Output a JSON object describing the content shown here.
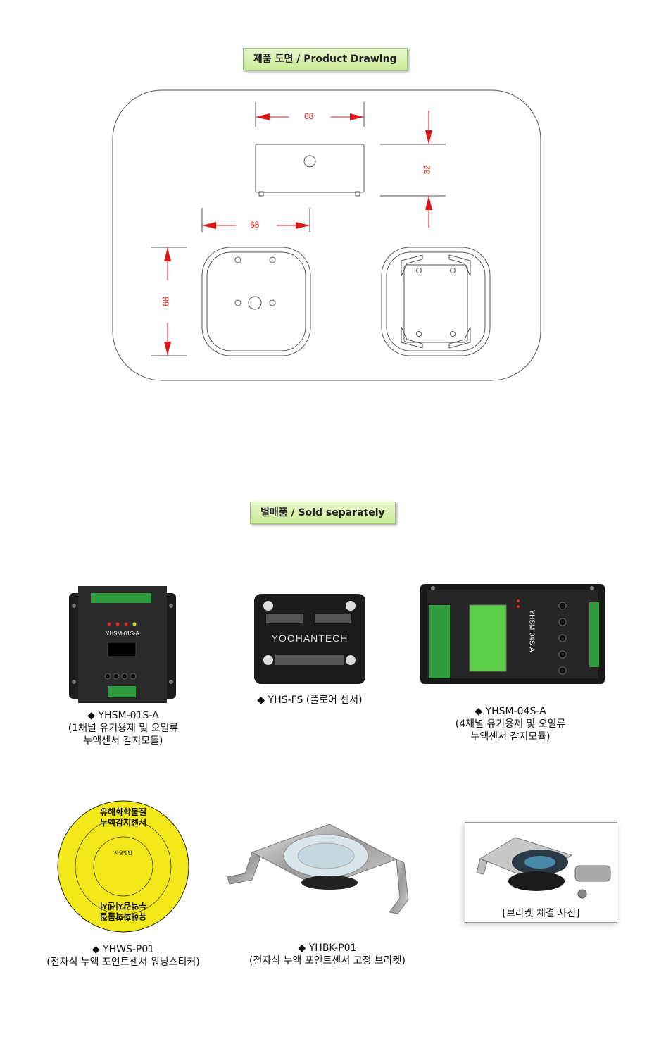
{
  "drawing_section": {
    "heading": "제품 도면 / Product Drawing",
    "dim_top_width": "68",
    "dim_top_height": "32",
    "dim_mid_width": "68",
    "dim_left_height": "68"
  },
  "sold_section": {
    "heading": "별매품 / Sold separately",
    "products": [
      {
        "model": "◆ YHSM-01S-A",
        "desc1": "(1채널 유기용제 및 오일류",
        "desc2": "누액센서 감지모듈)",
        "device_label": "YHSM-01S-A"
      },
      {
        "model": "◆ YHS-FS (플로어 센서)",
        "device_label": "YOOHANTECH"
      },
      {
        "model": "◆ YHSM-04S-A",
        "desc1": "(4채널 유기용제 및 오일류",
        "desc2": "누액센서 감지모듈)",
        "device_label": "YHSM-04S-A"
      },
      {
        "model": "◆ YHWS-P01",
        "desc1": "(전자식 누액 포인트센서 워닝스티커)",
        "sticker_top1": "유해화학물질",
        "sticker_top2": "누액감지센서",
        "sticker_center": "사용방법",
        "sticker_bottom1": "유해화학물질",
        "sticker_bottom2": "누액감지센서"
      },
      {
        "model": "◆ YHBK-P01",
        "desc1": "(전자식 누액 포인트센서 고정 브라켓)"
      },
      {
        "photo_caption": "[브라켓 체결 사진]"
      }
    ]
  }
}
